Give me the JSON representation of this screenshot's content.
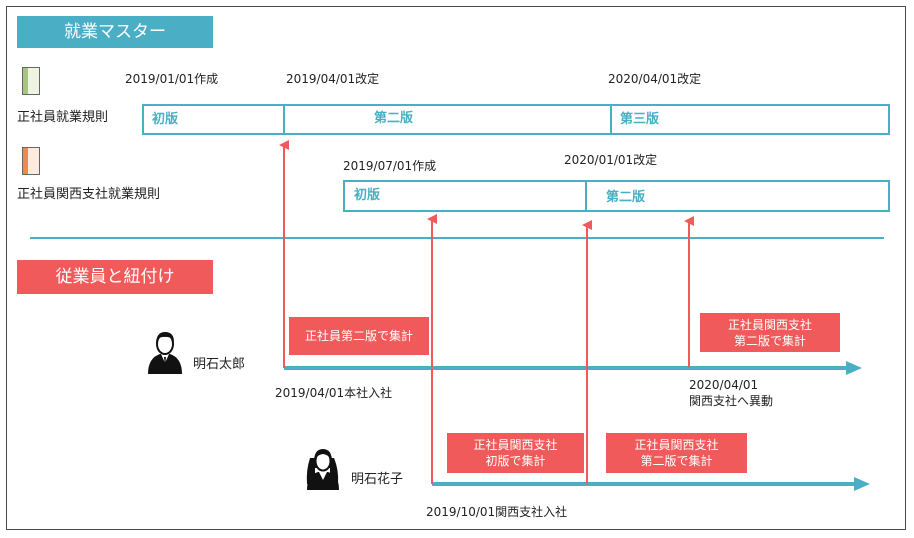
{
  "colors": {
    "teal": "#4aafc4",
    "red": "#f15a5a",
    "frame": "#4a4a4a"
  },
  "section_master": {
    "title": "就業マスター"
  },
  "section_link": {
    "title": "従業員と紐付け"
  },
  "rules": {
    "seishain": {
      "name": "正社員就業規則",
      "icon": "document-green-icon",
      "dates": [
        "2019/01/01作成",
        "2019/04/01改定",
        "2020/04/01改定"
      ],
      "versions": [
        "初版",
        "第二版",
        "第三版"
      ]
    },
    "kansai": {
      "name": "正社員関西支社就業規則",
      "icon": "document-orange-icon",
      "dates": [
        "2019/07/01作成",
        "2020/01/01改定"
      ],
      "versions": [
        "初版",
        "第二版"
      ]
    }
  },
  "employees": {
    "taro": {
      "name": "明石太郎",
      "icon": "male-person-icon",
      "callouts": [
        {
          "line1": "正社員第二版で集計"
        },
        {
          "line1": "正社員関西支社",
          "line2": "第二版で集計"
        }
      ],
      "events": [
        {
          "line1": "2019/04/01本社入社"
        },
        {
          "line1": "2020/04/01",
          "line2": "関西支社へ異動"
        }
      ]
    },
    "hanako": {
      "name": "明石花子",
      "icon": "female-person-icon",
      "callouts": [
        {
          "line1": "正社員関西支社",
          "line2": "初版で集計"
        },
        {
          "line1": "正社員関西支社",
          "line2": "第二版で集計"
        }
      ],
      "events": [
        {
          "line1": "2019/10/01関西支社入社"
        }
      ]
    }
  }
}
